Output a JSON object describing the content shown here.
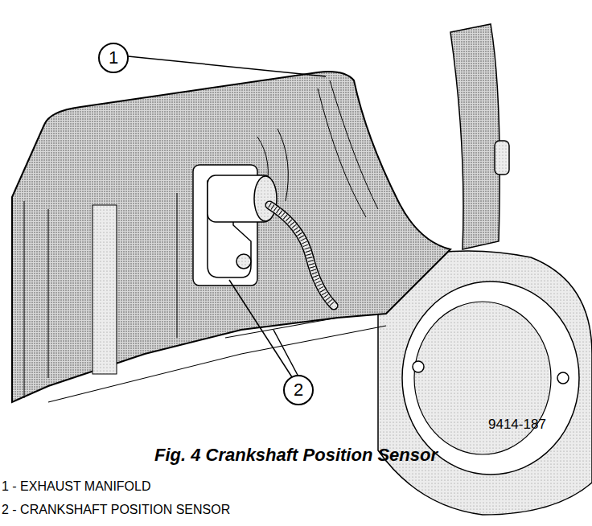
{
  "diagram": {
    "caption": "Fig. 4 Crankshaft Position Sensor",
    "labels": [
      "1",
      "2",
      "9414-187",
      "1 - EXHAUST MANIFOLD",
      "2 - CRANKSHAFT POSITION SENSOR"
    ]
  }
}
